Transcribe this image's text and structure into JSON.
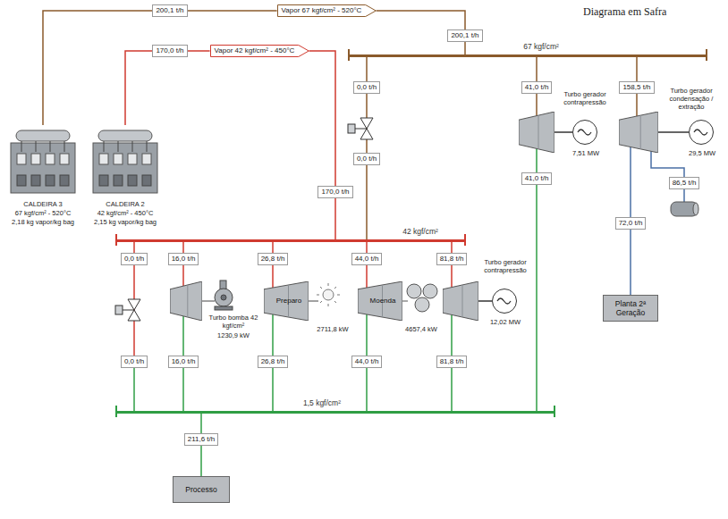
{
  "diagram": {
    "title": "Diagrama em Safra",
    "nodes": [
      {
        "text": [
          "200,1 t/h"
        ]
      },
      {
        "text": [
          "Vapor 67 kgf/cm² - 520°C"
        ]
      },
      {
        "text": [
          "200,1 t/h"
        ]
      },
      {
        "text": [
          "67 kgf/cm²"
        ]
      },
      {
        "text": [
          "170,0 t/h"
        ]
      },
      {
        "text": [
          "Vapor 42 kgf/cm² - 450°C"
        ]
      },
      {
        "text": [
          "0,0 t/h"
        ]
      },
      {
        "text": [
          "41,0 t/h"
        ]
      },
      {
        "text": [
          "Turbo gerador contrapressão"
        ]
      },
      {
        "text": [
          "7,51 MW"
        ]
      },
      {
        "text": [
          "158,5 t/h"
        ]
      },
      {
        "text": [
          "Turbo gerador condensação / extração"
        ]
      },
      {
        "text": [
          "29,5 MW"
        ]
      },
      {
        "text": [
          "0,0 t/h"
        ]
      },
      {
        "text": [
          "41,0 t/h"
        ]
      },
      {
        "text": [
          "86,5 t/h"
        ]
      },
      {
        "text": [
          "CALDEIRA 3",
          "67 kgf/cm² - 520°C",
          "2,18 kg vapor/kg bag"
        ]
      },
      {
        "text": [
          "CALDEIRA 2",
          "42 kgf/cm² - 450°C",
          "2,15 kg vapor/kg bag"
        ]
      },
      {
        "text": [
          "170,0 t/h"
        ]
      },
      {
        "text": [
          "72,0 t/h"
        ]
      },
      {
        "text": [
          "42 kgf/cm²"
        ]
      },
      {
        "text": [
          "0,0 t/h"
        ]
      },
      {
        "text": [
          "16,0 t/h"
        ]
      },
      {
        "text": [
          "26,8 t/h"
        ]
      },
      {
        "text": [
          "44,0 t/h"
        ]
      },
      {
        "text": [
          "81,8 t/h"
        ]
      },
      {
        "text": [
          "Turbo bomba 42 kgf/cm²",
          "1230,9 kW"
        ]
      },
      {
        "text": [
          "Preparo",
          "2711,8 kW"
        ]
      },
      {
        "text": [
          "Moenda",
          "4657,4 kW"
        ]
      },
      {
        "text": [
          "Turbo gerador contrapressão"
        ]
      },
      {
        "text": [
          "12,02 MW"
        ]
      },
      {
        "text": [
          "Planta 2ª Geração"
        ]
      },
      {
        "text": [
          "0,0 t/h"
        ]
      },
      {
        "text": [
          "16,0 t/h"
        ]
      },
      {
        "text": [
          "26,8 t/h"
        ]
      },
      {
        "text": [
          "44,0 t/h"
        ]
      },
      {
        "text": [
          "81,8 t/h"
        ]
      },
      {
        "text": [
          "1,5 kgf/cm²"
        ]
      },
      {
        "text": [
          "211,6 t/h"
        ]
      },
      {
        "text": [
          "Processo"
        ]
      }
    ],
    "edges": [
      {
        "from": 16,
        "to": 0,
        "arrow": "none"
      },
      {
        "from": 0,
        "to": 1,
        "arrow": "none"
      },
      {
        "from": 1,
        "to": 2,
        "arrow": "none"
      },
      {
        "from": 2,
        "to": 3,
        "arrow": "none"
      },
      {
        "from": 17,
        "to": 4,
        "arrow": "none"
      },
      {
        "from": 4,
        "to": 5,
        "arrow": "none"
      },
      {
        "from": 5,
        "to": 18,
        "arrow": "none"
      },
      {
        "from": 18,
        "to": 20,
        "arrow": "none"
      },
      {
        "from": 3,
        "to": 6,
        "arrow": "none"
      },
      {
        "from": 6,
        "to": 13,
        "arrow": "none"
      },
      {
        "from": 13,
        "to": 20,
        "arrow": "none"
      },
      {
        "from": 3,
        "to": 7,
        "arrow": "none"
      },
      {
        "from": 7,
        "to": 8,
        "arrow": "none"
      },
      {
        "from": 8,
        "to": 9,
        "arrow": "none"
      },
      {
        "from": 8,
        "to": 14,
        "arrow": "none"
      },
      {
        "from": 14,
        "to": 37,
        "arrow": "none"
      },
      {
        "from": 3,
        "to": 10,
        "arrow": "none"
      },
      {
        "from": 10,
        "to": 11,
        "arrow": "none"
      },
      {
        "from": 11,
        "to": 12,
        "arrow": "none"
      },
      {
        "from": 11,
        "to": 15,
        "arrow": "none"
      },
      {
        "from": 11,
        "to": 19,
        "arrow": "none"
      },
      {
        "from": 19,
        "to": 31,
        "arrow": "none"
      },
      {
        "from": 20,
        "to": 21,
        "arrow": "none"
      },
      {
        "from": 21,
        "to": 32,
        "arrow": "none"
      },
      {
        "from": 32,
        "to": 37,
        "arrow": "none"
      },
      {
        "from": 20,
        "to": 22,
        "arrow": "none"
      },
      {
        "from": 22,
        "to": 26,
        "arrow": "none"
      },
      {
        "from": 26,
        "to": 33,
        "arrow": "none"
      },
      {
        "from": 33,
        "to": 37,
        "arrow": "none"
      },
      {
        "from": 20,
        "to": 23,
        "arrow": "none"
      },
      {
        "from": 23,
        "to": 27,
        "arrow": "none"
      },
      {
        "from": 27,
        "to": 34,
        "arrow": "none"
      },
      {
        "from": 34,
        "to": 37,
        "arrow": "none"
      },
      {
        "from": 20,
        "to": 24,
        "arrow": "none"
      },
      {
        "from": 24,
        "to": 28,
        "arrow": "none"
      },
      {
        "from": 28,
        "to": 35,
        "arrow": "none"
      },
      {
        "from": 35,
        "to": 37,
        "arrow": "none"
      },
      {
        "from": 20,
        "to": 25,
        "arrow": "none"
      },
      {
        "from": 25,
        "to": 29,
        "arrow": "none"
      },
      {
        "from": 29,
        "to": 36,
        "arrow": "none"
      },
      {
        "from": 36,
        "to": 37,
        "arrow": "none"
      },
      {
        "from": 29,
        "to": 30,
        "arrow": "none"
      },
      {
        "from": 37,
        "to": 38,
        "arrow": "none"
      },
      {
        "from": 38,
        "to": 39,
        "arrow": "none"
      }
    ]
  }
}
